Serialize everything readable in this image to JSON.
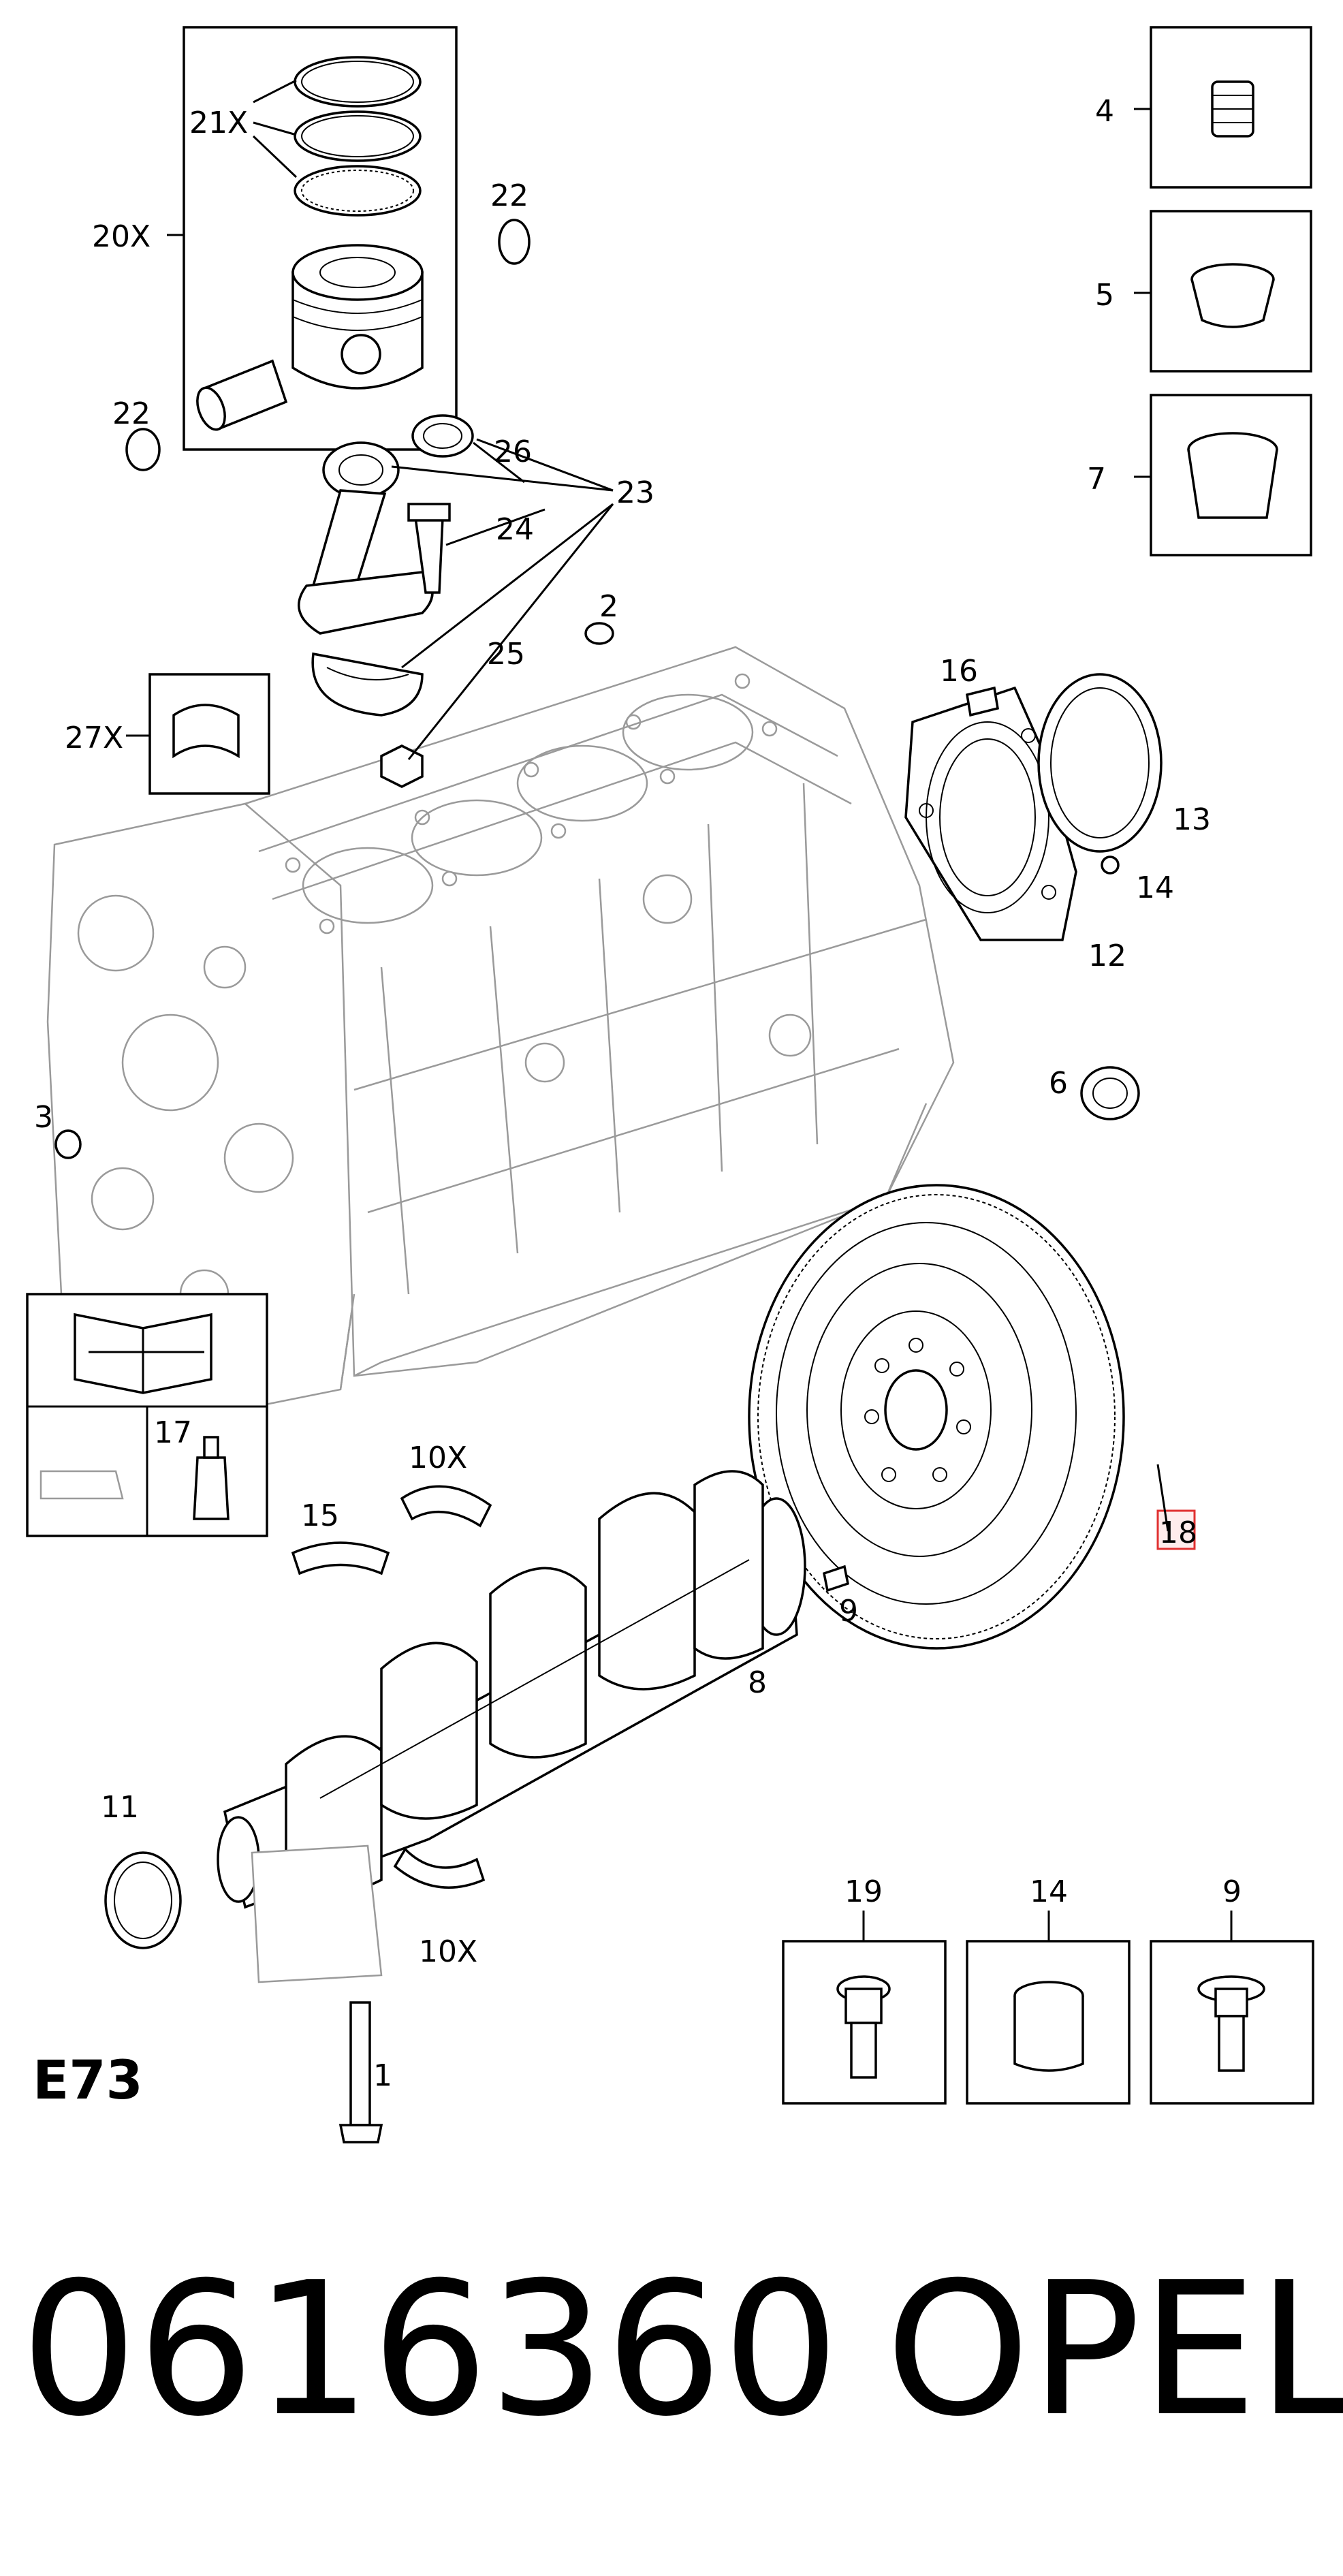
{
  "diagram": {
    "model_code": "E73",
    "part_number": "0616360",
    "brand": "OPEL",
    "callouts": {
      "c1": "1",
      "c2": "2",
      "c3": "3",
      "c4": "4",
      "c5": "5",
      "c6": "6",
      "c7": "7",
      "c8": "8",
      "c9": "9",
      "c9b": "9",
      "c10a": "10X",
      "c10b": "10X",
      "c11": "11",
      "c12": "12",
      "c13": "13",
      "c14": "14",
      "c14b": "14",
      "c15": "15",
      "c16": "16",
      "c17": "17",
      "c18": "18",
      "c19": "19",
      "c20": "20X",
      "c21": "21X",
      "c22a": "22",
      "c22b": "22",
      "c23": "23",
      "c24": "24",
      "c25": "25",
      "c26": "26",
      "c27": "27X"
    }
  }
}
